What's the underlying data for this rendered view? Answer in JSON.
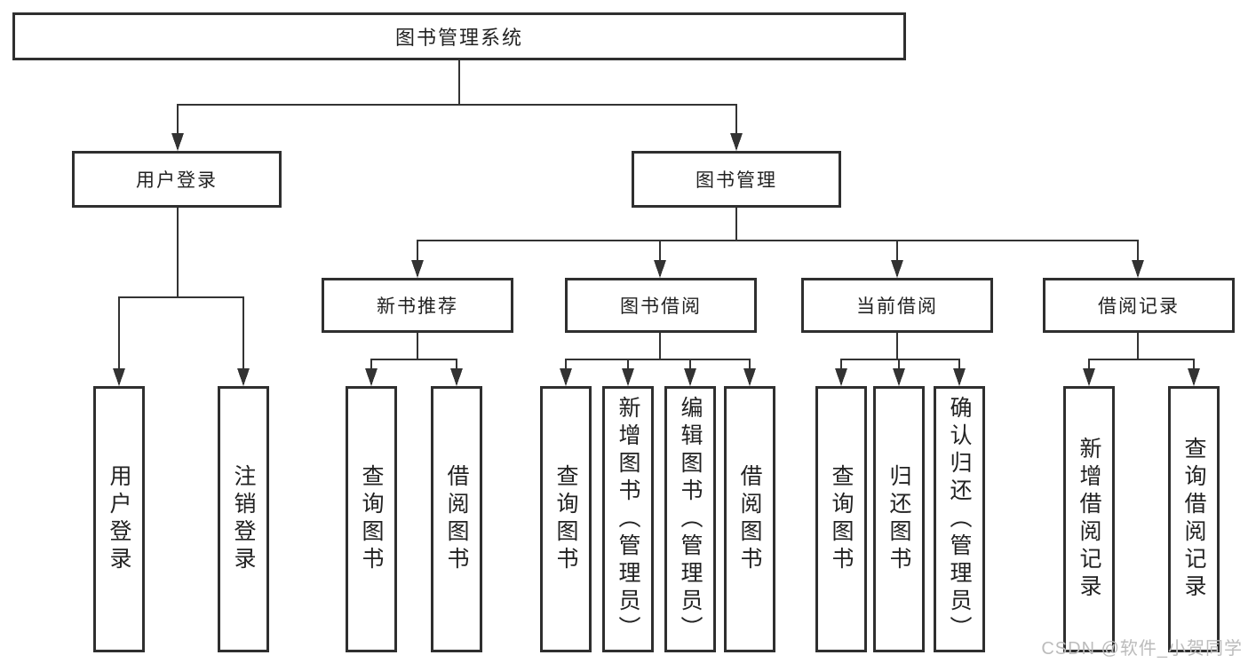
{
  "title": "图书管理系统",
  "tree": {
    "root": "图书管理系统",
    "branches": [
      {
        "label": "用户登录",
        "children": [
          {
            "label": "用户登录"
          },
          {
            "label": "注销登录"
          }
        ]
      },
      {
        "label": "图书管理",
        "children": [
          {
            "label": "新书推荐",
            "children": [
              {
                "label": "查询图书"
              },
              {
                "label": "借阅图书"
              }
            ]
          },
          {
            "label": "图书借阅",
            "children": [
              {
                "label": "查询图书"
              },
              {
                "label": "新增图书（管理员）"
              },
              {
                "label": "编辑图书（管理员）"
              },
              {
                "label": "借阅图书"
              }
            ]
          },
          {
            "label": "当前借阅",
            "children": [
              {
                "label": "查询图书"
              },
              {
                "label": "归还图书"
              },
              {
                "label": "确认归还（管理员）"
              }
            ]
          },
          {
            "label": "借阅记录",
            "children": [
              {
                "label": "新增借阅记录"
              },
              {
                "label": "查询借阅记录"
              }
            ]
          }
        ]
      }
    ]
  },
  "watermark": {
    "text": "CSDN @软件_小贺同学"
  },
  "colors": {
    "line": "#333333",
    "node_border": "#2f2f2f",
    "text": "#222222",
    "watermark": "#bcbcbc"
  }
}
